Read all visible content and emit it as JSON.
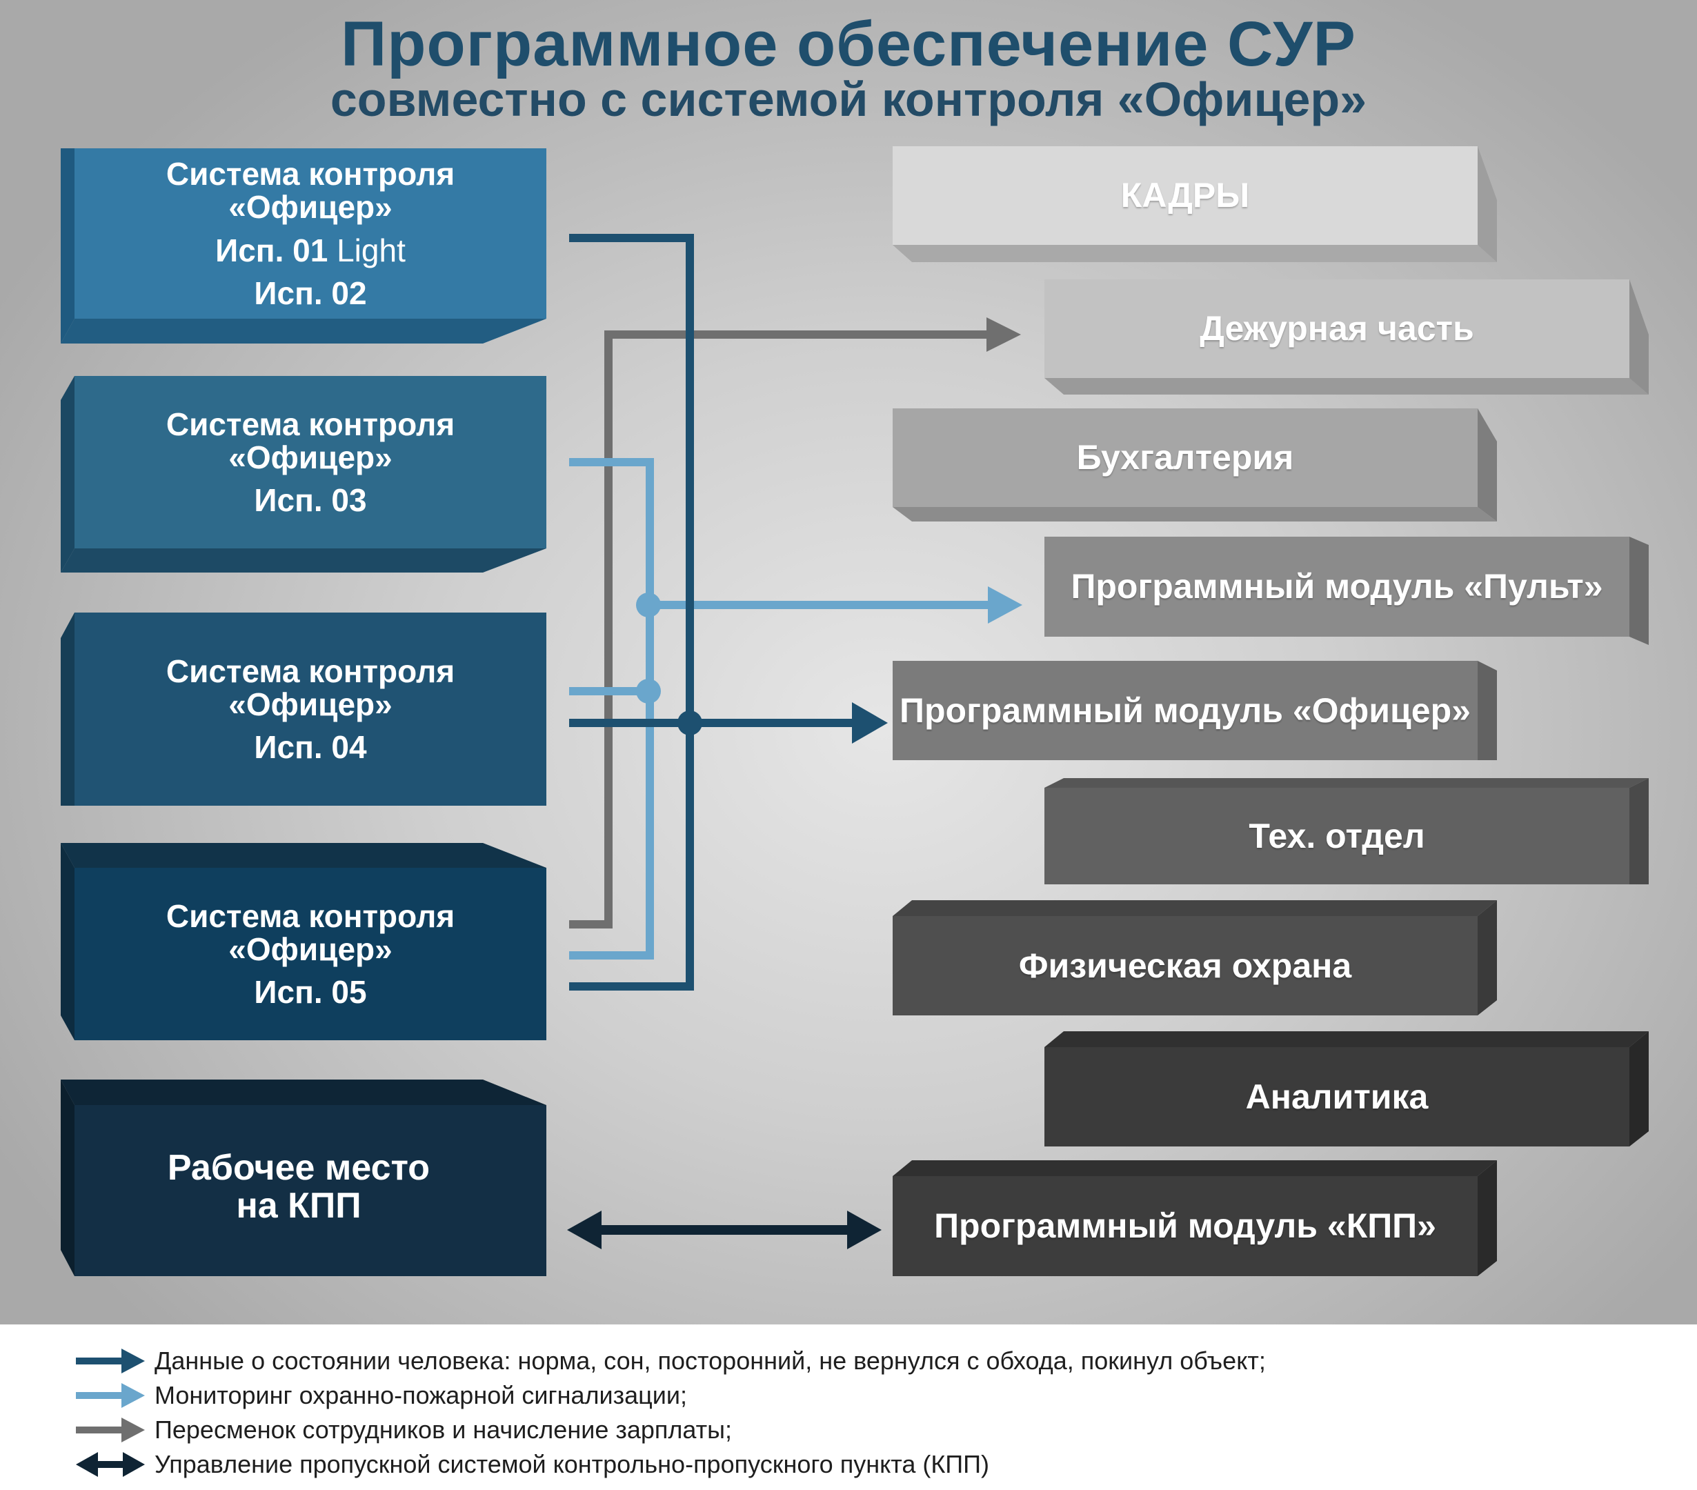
{
  "header": {
    "title": "Программное обеспечение СУР",
    "subtitle": "совместно с системой контроля «Офицер»"
  },
  "left_boxes": [
    {
      "line1": "Система контроля",
      "line2": "«Офицер»",
      "isp1_bold": "Исп. 01",
      "isp1_light": "Light",
      "isp2": "Исп. 02"
    },
    {
      "line1": "Система контроля",
      "line2": "«Офицер»",
      "isp": "Исп. 03"
    },
    {
      "line1": "Система контроля",
      "line2": "«Офицер»",
      "isp": "Исп. 04"
    },
    {
      "line1": "Система контроля",
      "line2": "«Офицер»",
      "isp": "Исп. 05"
    },
    {
      "line1": "Рабочее место",
      "line2": "на КПП"
    }
  ],
  "right_boxes": [
    "КАДРЫ",
    "Дежурная часть",
    "Бухгалтерия",
    "Программный модуль «Пульт»",
    "Программный модуль «Офицер»",
    "Тех. отдел",
    "Физическая охрана",
    "Аналитика",
    "Программный модуль «КПП»"
  ],
  "legend": [
    {
      "text": "Данные о состоянии человека: норма, сон, посторонний, не вернулся с обхода, покинул объект;",
      "color": "#1d5070",
      "arrow": "single"
    },
    {
      "text": "Мониторинг охранно-пожарной сигнализации;",
      "color": "#6aa6cc",
      "arrow": "single"
    },
    {
      "text": "Пересменок сотрудников и начисление зарплаты;",
      "color": "#6f6f6f",
      "arrow": "single"
    },
    {
      "text": "Управление пропускной системой контрольно-пропускного пункта (КПП)",
      "color": "#0f2434",
      "arrow": "double"
    }
  ],
  "colors": {
    "data_line": "#1d5070",
    "alarm_line": "#6aa6cc",
    "shift_line": "#6f6f6f",
    "kpp_line": "#0f2434",
    "title": "#1f4e6c"
  }
}
